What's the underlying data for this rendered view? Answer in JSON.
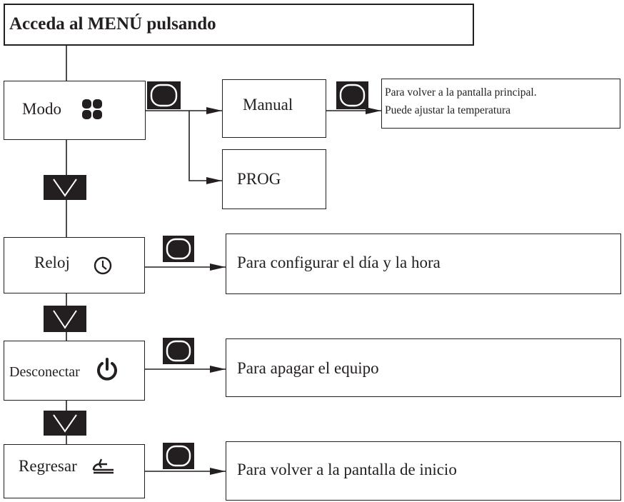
{
  "header": {
    "title": "Acceda al MENÚ pulsando",
    "button_icon": "rounded-square-button-icon"
  },
  "menu": {
    "mode": {
      "label": "Modo",
      "icon": "four-petal-mode-icon"
    },
    "clock": {
      "label": "Reloj",
      "icon": "clock-icon"
    },
    "off": {
      "label": "Desconectar",
      "icon": "power-icon"
    },
    "back": {
      "label": "Regresar",
      "icon": "return-arrow-icon"
    }
  },
  "mode_options": {
    "manual": "Manual",
    "prog": "PROG"
  },
  "descriptions": {
    "manual_line1": "Para volver a la pantalla principal.",
    "manual_line2": "Puede ajustar la temperatura",
    "clock": "Para configurar el día y la hora",
    "off": "Para apagar el equipo",
    "back": "Para volver a la pantalla de inicio"
  },
  "nav_icons": {
    "confirm": "rounded-square-button-icon",
    "next": "down-chevron-icon"
  },
  "colors": {
    "ink": "#231f20",
    "background": "#ffffff"
  }
}
